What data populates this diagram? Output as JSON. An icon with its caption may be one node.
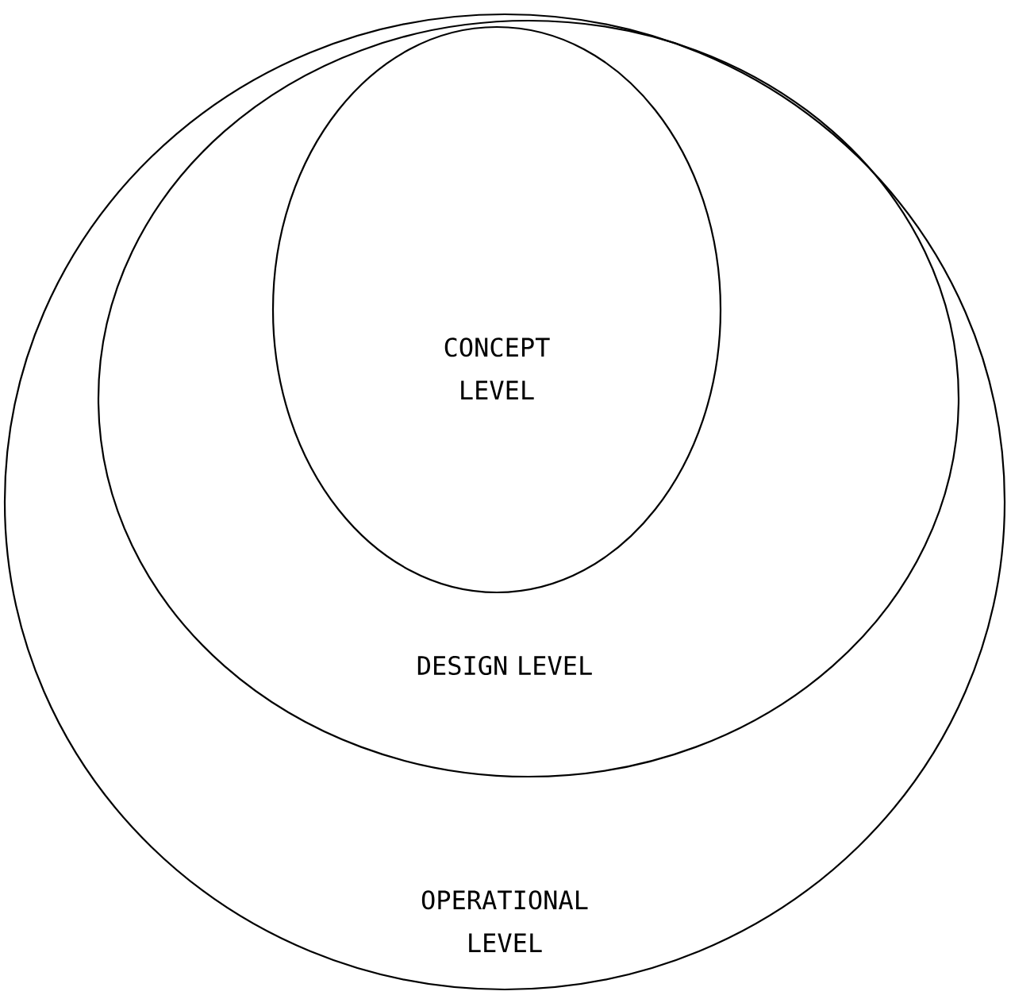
{
  "diagram": {
    "nodes": [
      {
        "text": [
          "OPERATIONAL LEVEL"
        ]
      },
      {
        "text": [
          "DESIGN LEVEL"
        ],
        "in": 0
      },
      {
        "text": [
          "CONCEPT LEVEL"
        ],
        "in": 1
      }
    ]
  }
}
